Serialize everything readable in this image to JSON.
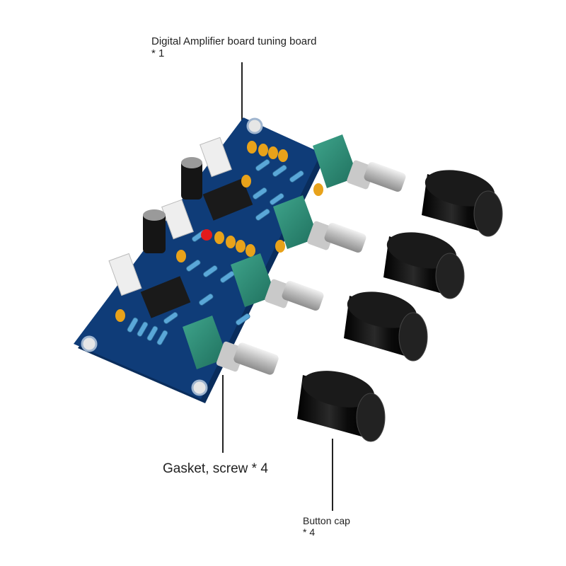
{
  "labels": {
    "board": {
      "line1": "Digital Amplifier board tuning board",
      "line2": "* 1"
    },
    "gasket": {
      "line1": "Gasket, screw * 4"
    },
    "cap": {
      "line1": "Button cap",
      "line2": "* 4"
    }
  },
  "colors": {
    "pcb": "#0f3c78",
    "pcb_edge": "#0a2d5c",
    "pot_body": "#2e8f7a",
    "shaft": "#d8d8d8",
    "knob": "#111111",
    "capacitor": "#e8a21a",
    "resistor": "#5aa7d8",
    "led": "#e21b1b"
  }
}
